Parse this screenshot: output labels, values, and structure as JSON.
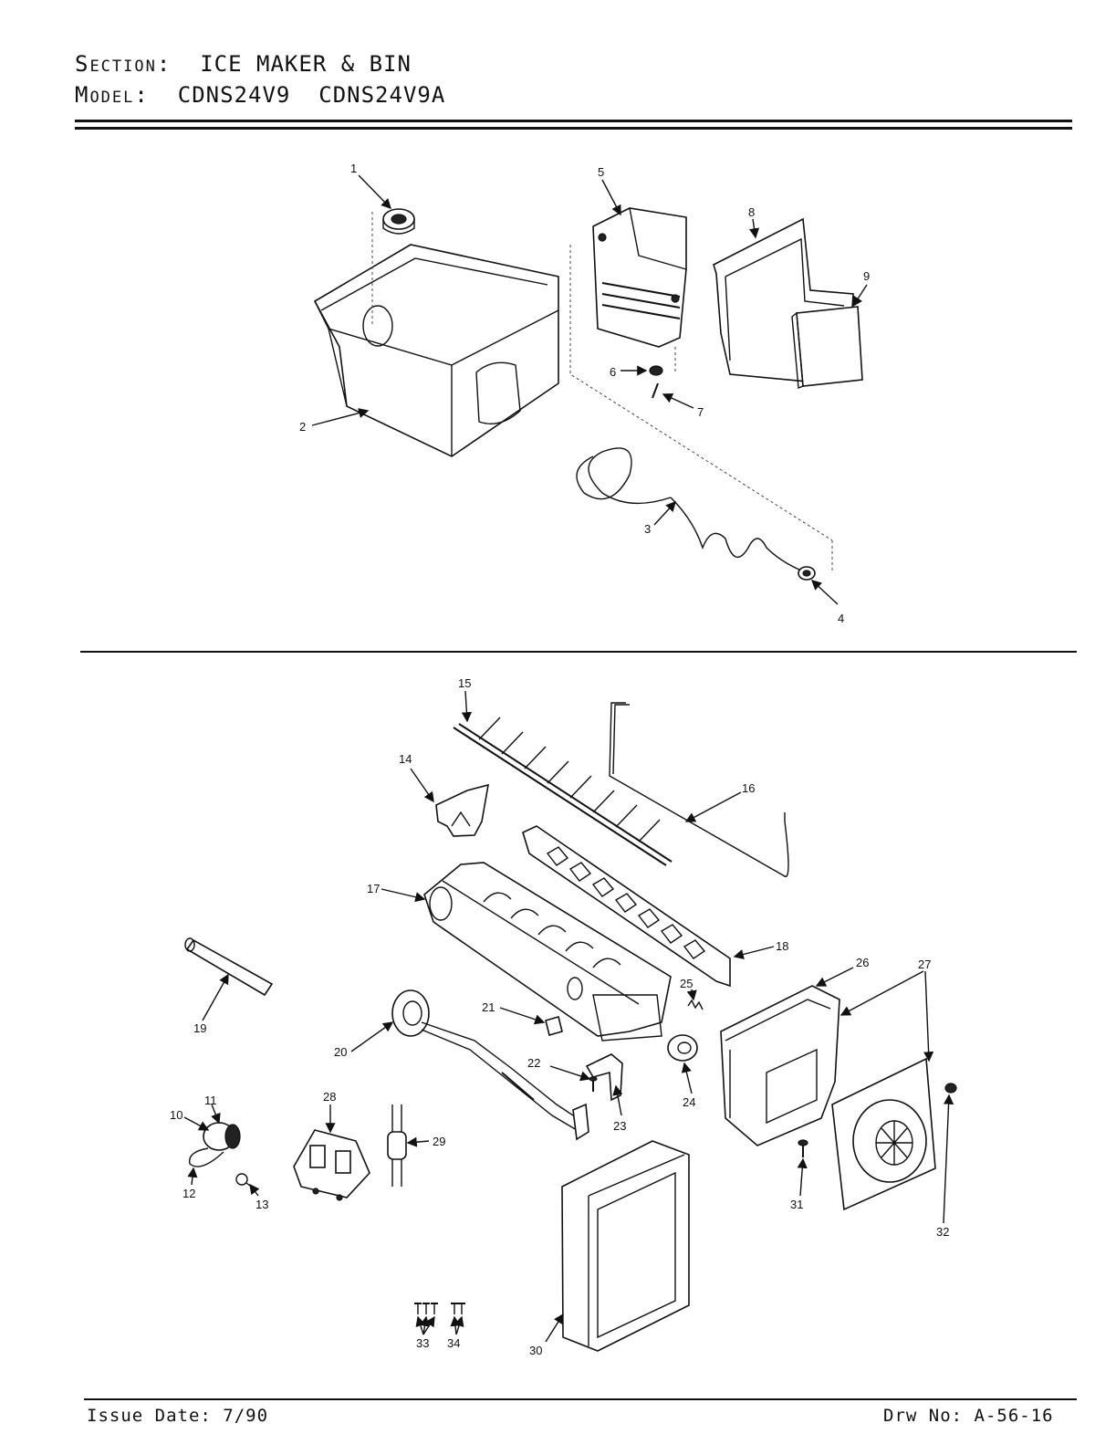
{
  "header": {
    "section_label": "Section:",
    "section_value": "ICE MAKER & BIN",
    "model_label": "Model:",
    "model_value_1": "CDNS24V9",
    "model_value_2": "CDNS24V9A"
  },
  "footer": {
    "issue_date": "Issue Date: 7/90",
    "drawing_number": "Drw No: A-56-16"
  },
  "callouts": [
    "1",
    "2",
    "3",
    "4",
    "5",
    "6",
    "7",
    "8",
    "9",
    "10",
    "11",
    "12",
    "13",
    "14",
    "15",
    "16",
    "17",
    "18",
    "19",
    "20",
    "21",
    "22",
    "23",
    "24",
    "25",
    "26",
    "27",
    "28",
    "29",
    "30",
    "31",
    "32",
    "33",
    "34"
  ]
}
